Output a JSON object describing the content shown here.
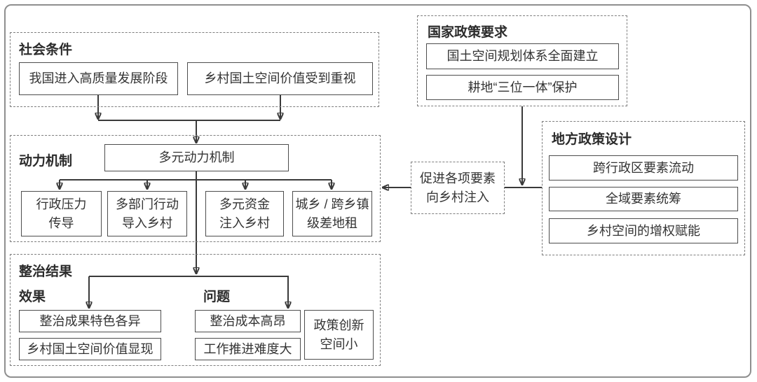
{
  "sections": {
    "social": {
      "label": "社会条件",
      "boxes": [
        "我国进入高质量发展阶段",
        "乡村国土空间价值受到重视"
      ]
    },
    "national": {
      "label": "国家政策要求",
      "boxes": [
        "国土空间规划体系全面建立",
        "耕地“三位一体”保护"
      ]
    },
    "dynamic": {
      "label": "动力机制",
      "main_box": "多元动力机制",
      "boxes": [
        "行政压力\n传导",
        "多部门行动\n导入乡村",
        "多元资金\n注入乡村",
        "城乡 / 跨乡镇\n级差地租"
      ]
    },
    "local": {
      "label": "地方政策设计",
      "boxes": [
        "跨行政区要素流动",
        "全域要素统筹",
        "乡村空间的增权赋能"
      ]
    },
    "promote": {
      "text": "促进各项要素\n向乡村注入"
    },
    "result": {
      "label": "整治结果",
      "effect_label": "效果",
      "problem_label": "问题",
      "effect_boxes": [
        "整治成果特色各异",
        "乡村国土空间价值显现"
      ],
      "problem_boxes": [
        "整治成本高昂",
        "工作推进难度大"
      ],
      "side_box": "政策创新\n空间小"
    }
  },
  "colors": {
    "line": "#3a3a3a",
    "box_border": "#4d4d4d",
    "dashed_border": "#7e7e7e",
    "frame": "#8f8f8f",
    "text": "#333333",
    "label": "#2b2b2b"
  }
}
